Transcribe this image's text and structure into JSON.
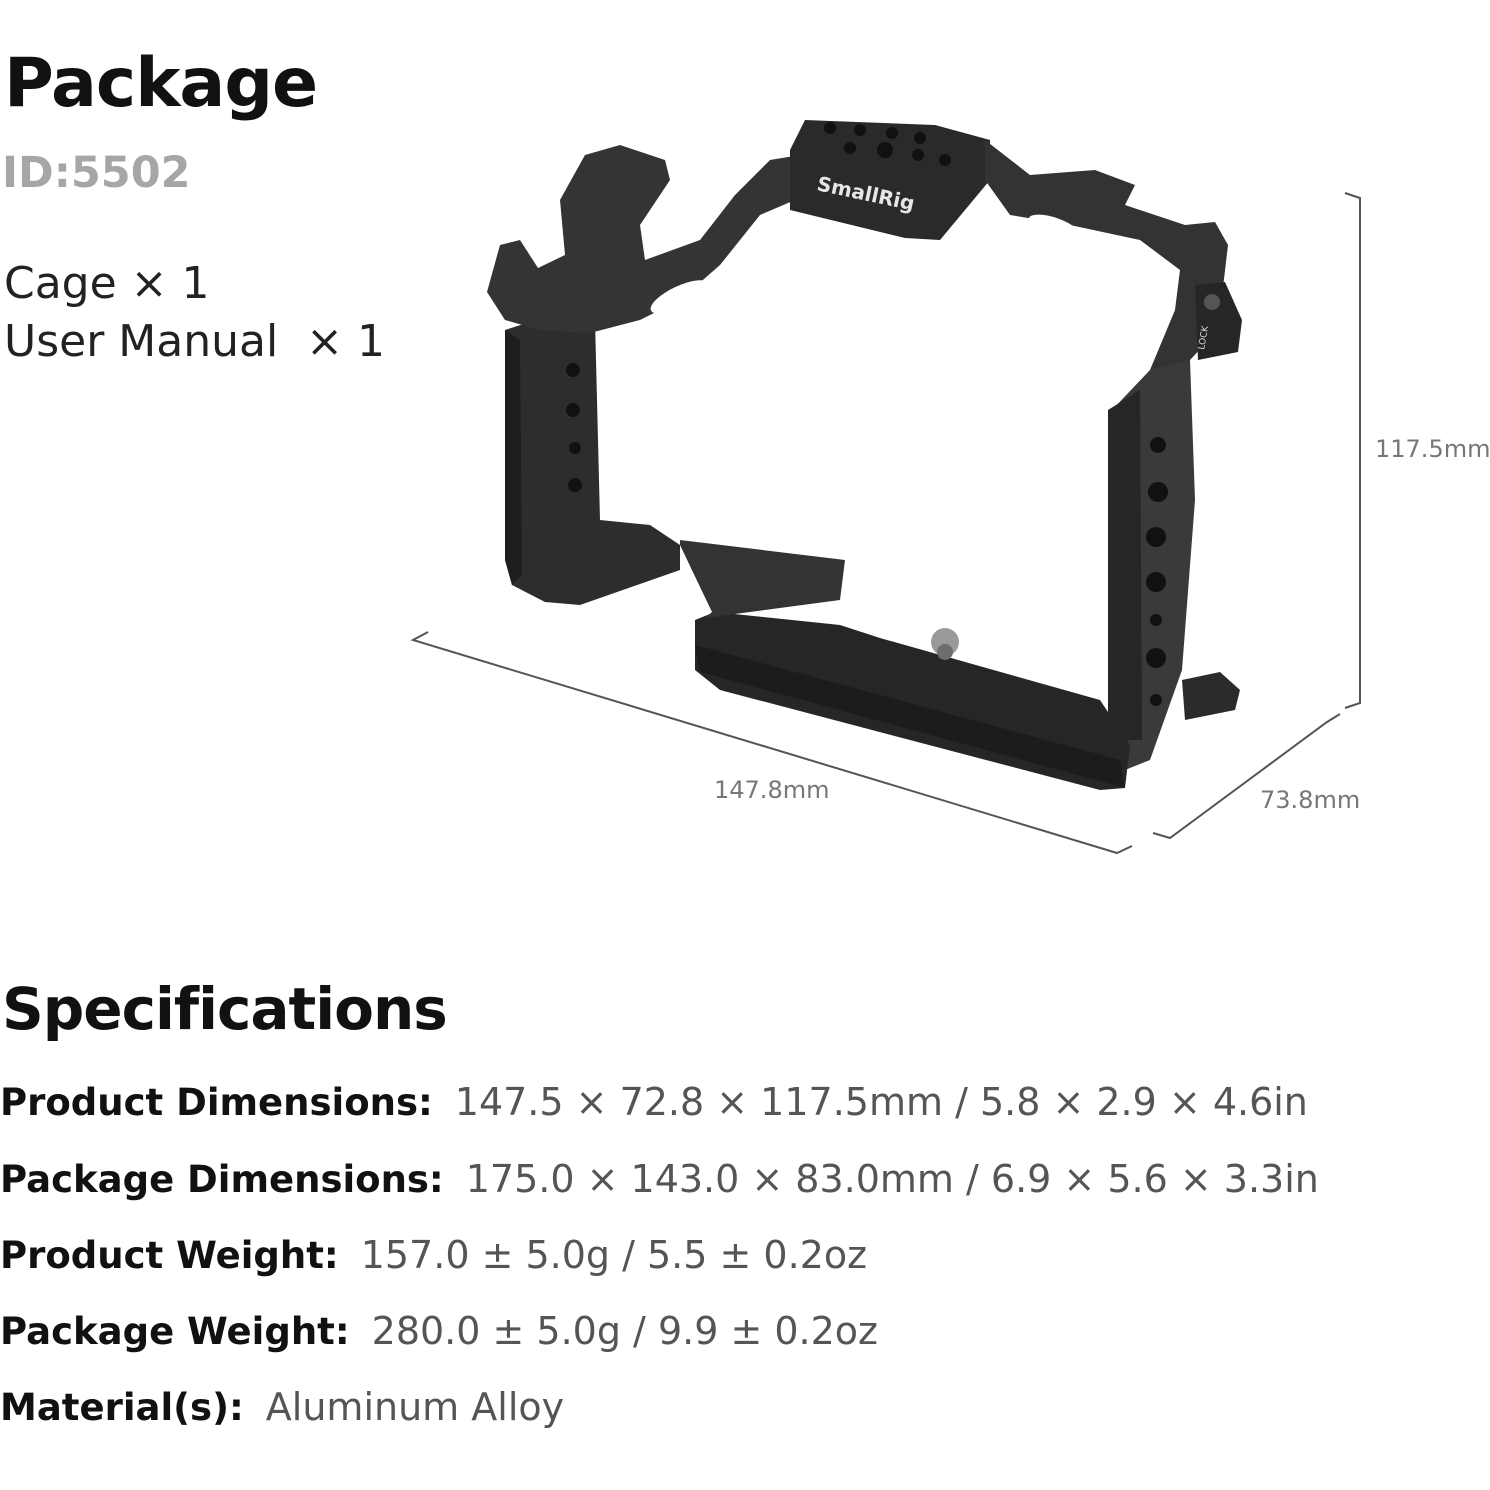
{
  "package": {
    "title": "Package",
    "id": "ID:5502",
    "items": [
      "Cage × 1",
      "User Manual  × 1"
    ]
  },
  "product_image": {
    "logo_text": "SmallRig",
    "lock_text": "LOCK",
    "dimensions": {
      "height": "117.5mm",
      "width": "147.8mm",
      "depth": "73.8mm"
    }
  },
  "specifications": {
    "title": "Specifications",
    "rows": [
      {
        "label": "Product Dimensions:",
        "value": "147.5 × 72.8 × 117.5mm / 5.8 × 2.9 × 4.6in"
      },
      {
        "label": "Package Dimensions:",
        "value": "175.0 × 143.0 × 83.0mm / 6.9 × 5.6 × 3.3in"
      },
      {
        "label": "Product Weight:",
        "value": "157.0 ± 5.0g / 5.5 ± 0.2oz"
      },
      {
        "label": "Package Weight:",
        "value": "280.0 ± 5.0g / 9.9 ± 0.2oz"
      },
      {
        "label": "Material(s):",
        "value": "Aluminum Alloy"
      }
    ]
  }
}
